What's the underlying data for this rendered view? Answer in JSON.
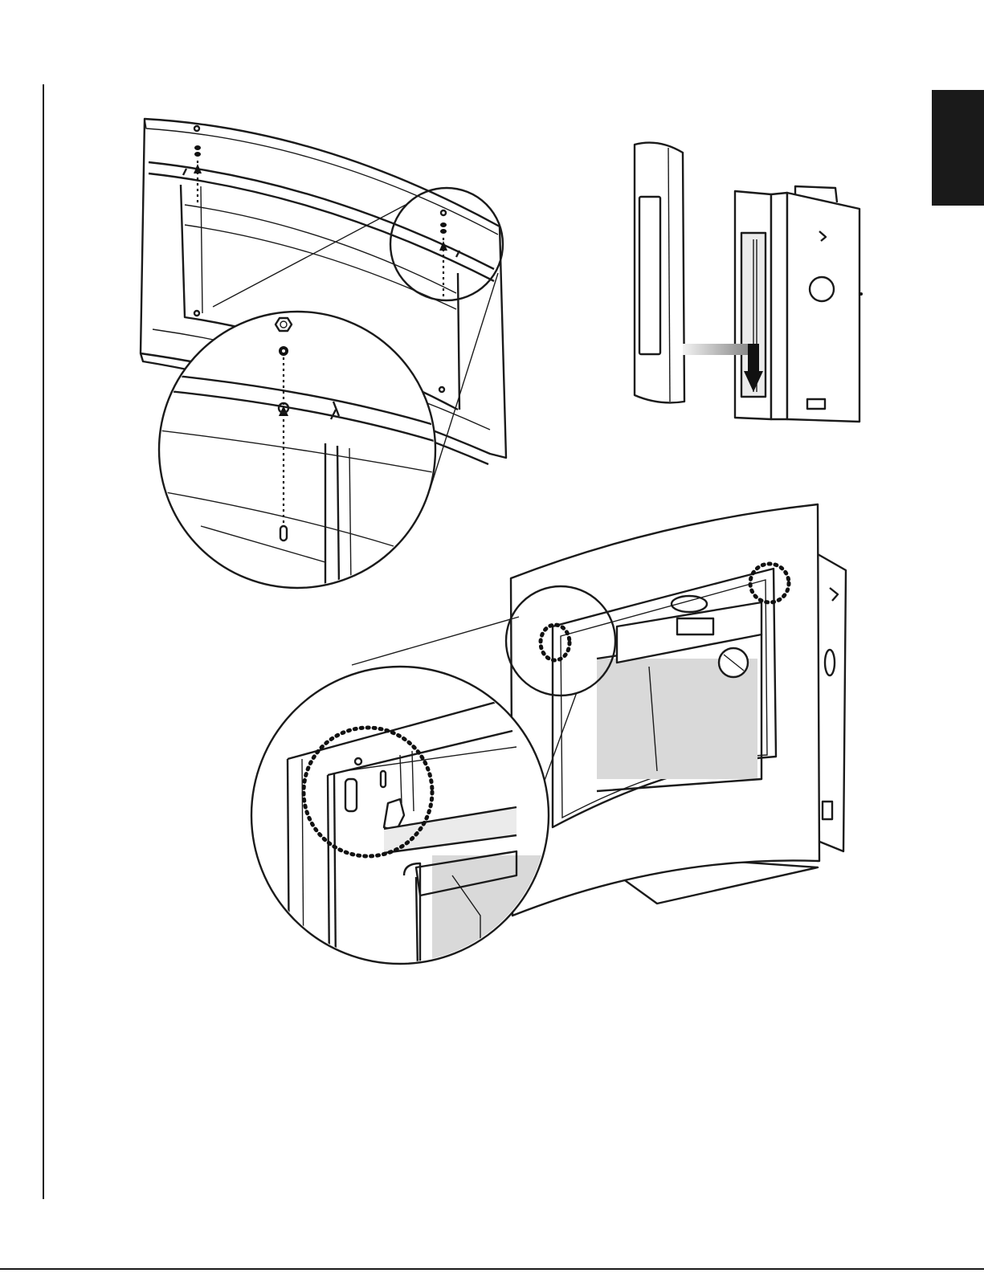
{
  "colors": {
    "ink": "#111111",
    "tab": "#1a1a1a",
    "panel_gray": "#d9d9d9",
    "light_gray": "#ebebeb",
    "arrow_gradient_start": "#f2f2f2",
    "arrow_gradient_end": "#808080"
  },
  "figures": [
    {
      "id": "surround-fastening",
      "icons": [
        "arrow-up-icon",
        "nut-icon",
        "washer-icon",
        "stud-icon"
      ]
    },
    {
      "id": "side-trim-install",
      "icons": [
        "arrow-down-icon"
      ]
    },
    {
      "id": "frame-corner-detail",
      "icons": [
        "dotted-circle-icon"
      ]
    }
  ]
}
